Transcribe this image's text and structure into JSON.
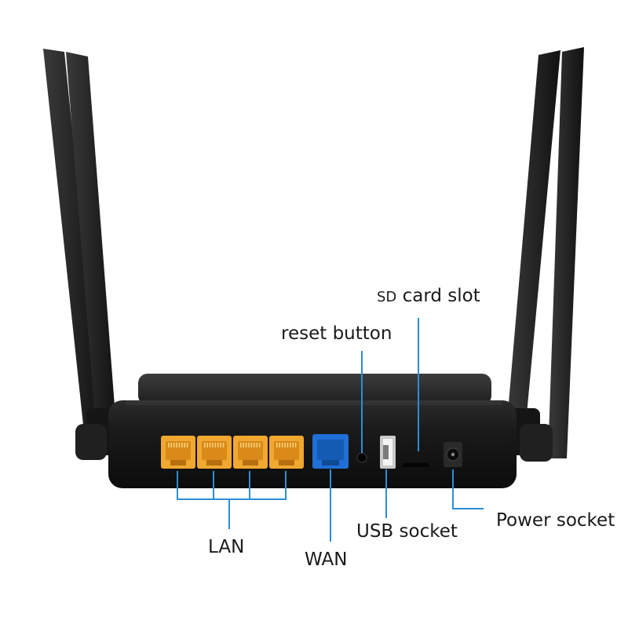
{
  "labels": {
    "sd_prefix": "SD",
    "sd_rest": " card slot",
    "reset": "reset button",
    "lan": "LAN",
    "wan": "WAN",
    "usb": "USB socket",
    "power": "Power socket"
  },
  "colors": {
    "callout_line": "#2a8fd6",
    "lan_port": "#f0a830",
    "wan_port": "#1f6fd6",
    "router_body": "#1b1b1b",
    "antenna": "#2a2a2a",
    "text": "#1a1a1a"
  },
  "counts": {
    "lan_ports": 4,
    "antennas": 4
  }
}
